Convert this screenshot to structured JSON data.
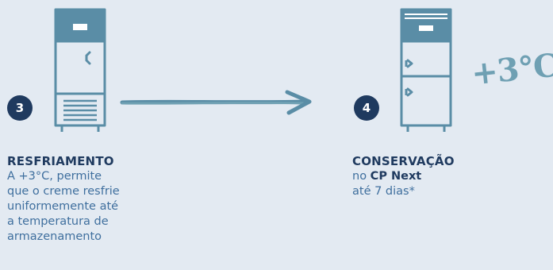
{
  "steps": [
    {
      "number": "3",
      "title": "RESFRIAMENTO",
      "description_lines": [
        "A +3°C, permite",
        "que o creme resfrie",
        "uniformemente até",
        "a temperatura de",
        "armazenamento"
      ]
    },
    {
      "number": "4",
      "title": "CONSERVAÇÃO",
      "line1_prefix": "no ",
      "line1_bold": "CP Next",
      "line2": "até 7 dias*"
    }
  ],
  "temperature_label": "+3°C",
  "icons": [
    "blast-chiller-cabinet-icon",
    "arrow-right-icon",
    "two-door-refrigerator-icon"
  ],
  "colors": {
    "background": "#e3eaf2",
    "navy": "#1f3a5f",
    "teal_line": "#5a8da6",
    "text_blue": "#3f6f9e",
    "handwriting": "#6fa0b3"
  }
}
